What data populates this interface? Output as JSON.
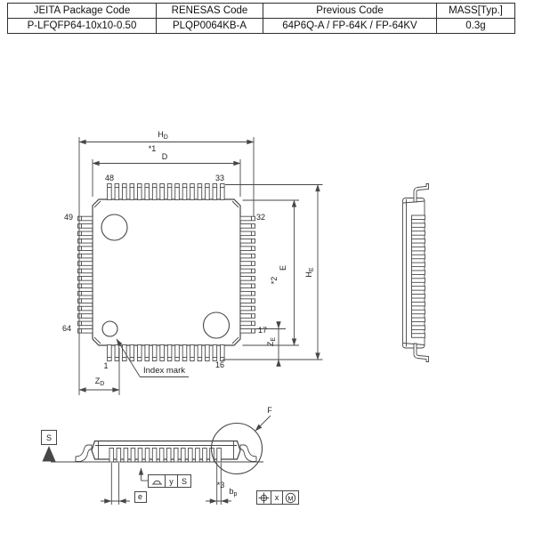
{
  "table": {
    "columns": [
      {
        "header": "JEITA Package Code",
        "value": "P-LFQFP64-10x10-0.50"
      },
      {
        "header": "RENESAS Code",
        "value": "PLQP0064KB-A"
      },
      {
        "header": "Previous Code",
        "value": "64P6Q-A / FP-64K / FP-64KV"
      },
      {
        "header": "MASS[Typ.]",
        "value": "0.3g"
      }
    ]
  },
  "top_view": {
    "pin_labels": {
      "top_first": "48",
      "top_last": "33",
      "left_first": "49",
      "left_last": "64",
      "right_first": "32",
      "right_last": "17",
      "bottom_first": "1",
      "bottom_last": "16"
    },
    "index_mark_label": "Index mark",
    "dims": {
      "hd": {
        "base": "H",
        "sub": "D"
      },
      "d": {
        "label": "D",
        "note": "*1"
      },
      "he": {
        "base": "H",
        "sub": "E"
      },
      "e": {
        "label": "E",
        "note": "*2"
      },
      "zd": {
        "base": "Z",
        "sub": "D"
      },
      "ze": {
        "base": "Z",
        "sub": "E"
      }
    }
  },
  "front_view": {
    "datum_label": "S",
    "detail_label": "F",
    "pitch_label": "e",
    "lead_width": {
      "base": "b",
      "sub": "p",
      "note": "*3"
    },
    "fcf_seating": {
      "tolerance": "y",
      "datum": "S"
    },
    "fcf_position": {
      "tolerance": "x",
      "modifier": "M"
    }
  }
}
